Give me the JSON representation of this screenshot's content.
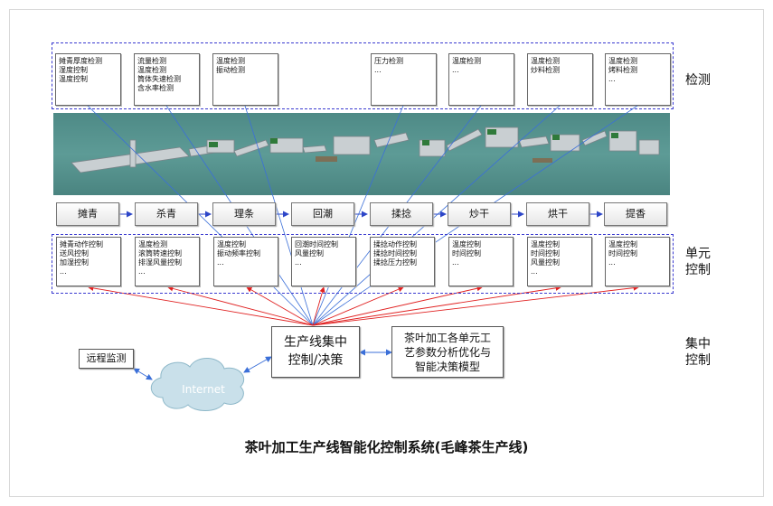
{
  "title": "茶叶加工生产线智能化控制系统(毛峰茶生产线)",
  "side_labels": {
    "detect": "检测",
    "unit_control": "单元\n控制",
    "central_control": "集中\n控制"
  },
  "stages": [
    "摊青",
    "杀青",
    "理条",
    "回潮",
    "揉捻",
    "炒干",
    "烘干",
    "提香"
  ],
  "detect_notes": [
    "摊青厚度检测\n湿度控制\n温度控制",
    "流量检测\n温度检测\n筒体失速检测\n含水率检测",
    "温度检测\n振动检测",
    "压力检测\n...",
    "温度检测\n...",
    "温度检测\n炒料检测",
    "温度检测\n烤料检测\n..."
  ],
  "unit_notes": [
    "摊青动作控制\n送风控制\n加湿控制\n...",
    "温度检测\n滚筒转速控制\n排湿风量控制\n...",
    "温度控制\n振动频率控制\n...",
    "回潮时间控制\n风量控制\n...",
    "揉捻动作控制\n揉捻时间控制\n揉捻压力控制",
    "温度控制\n时间控制\n...",
    "温度控制\n时间控制\n风量控制\n...",
    "温度控制\n时间控制\n..."
  ],
  "central": {
    "center_box": "生产线集中\n控制/决策",
    "model_box": "茶叶加工各单元工\n艺参数分析优化与\n智能决策模型",
    "remote_box": "远程监测",
    "cloud_label": "Internet"
  },
  "colors": {
    "band_border": "#3a3ad0",
    "blue_line": "#3b6fd8",
    "red_arrow": "#e02020",
    "machine_bg": "#5a9894"
  }
}
